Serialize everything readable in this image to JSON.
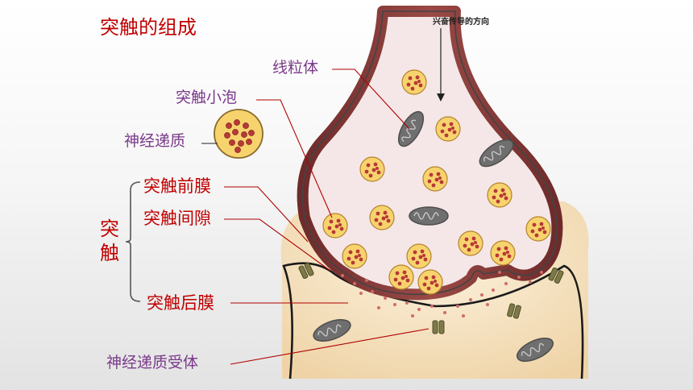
{
  "title": "突触的组成",
  "direction_label": "兴奋传导的方向",
  "labels": {
    "mitochondria": "线粒体",
    "synaptic_vesicle": "突触小泡",
    "neurotransmitter": "神经递质",
    "presynaptic_membrane": "突触前膜",
    "synaptic_cleft": "突触间隙",
    "postsynaptic_membrane": "突触后膜",
    "receptor": "神经递质受体",
    "synapse_char_1": "突",
    "synapse_char_2": "触"
  },
  "colors": {
    "title_red": "#c00000",
    "label_purple": "#7a3a8a",
    "axon_wall": "#7a3530",
    "axon_inner": "#f5e7e7",
    "postsynaptic_fill": "#f6e5c5",
    "vesicle_fill": "#f7d36e",
    "mitochondria_gray": "#757575"
  }
}
